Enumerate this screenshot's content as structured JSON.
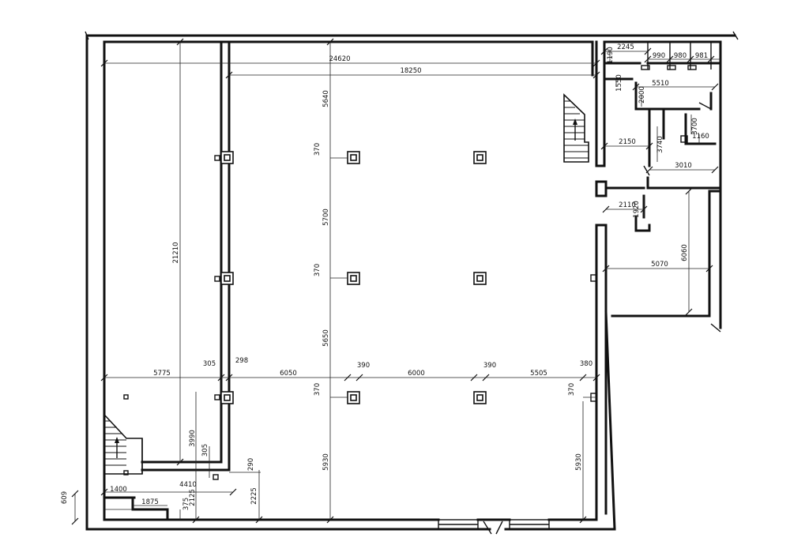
{
  "plan": {
    "dimensions": {
      "total_width": "24620",
      "inner_width": "18250",
      "left_height": "21210",
      "span_top": "5640",
      "span_mid": "5700",
      "span_low": "5650",
      "span_bottom_left": "5930",
      "span_bottom_right": "5930",
      "col_size_1": "370",
      "col_size_2": "370",
      "col_size_3": "370",
      "col_size_4": "370",
      "bay_left": "5775",
      "wall_305_a": "305",
      "wall_298": "298",
      "bay_1": "6050",
      "col_390_a": "390",
      "bay_2": "6000",
      "col_390_b": "390",
      "bay_3": "5505",
      "wall_380": "380",
      "stair_3990": "3990",
      "wall_305_b": "305",
      "wall_290": "290",
      "d_4410": "4410",
      "d_1400": "1400",
      "d_1875": "1875",
      "d_609": "609",
      "d_375": "375",
      "d_2125": "2125",
      "d_2225": "2225",
      "wc_1190": "1190",
      "wc_2245": "2245",
      "wc_990": "990",
      "wc_980": "980",
      "wc_981": "981",
      "wc_1550": "1550",
      "wc_2000": "2000",
      "wc_5510": "5510",
      "wc_3700": "3700",
      "wc_1160": "1160",
      "wc_2150": "2150",
      "wc_3740": "3740",
      "wc_3010": "3010",
      "rm_2110": "2110",
      "rm_1920": "1920",
      "rm_6060": "6060",
      "rm_5070": "5070"
    }
  }
}
